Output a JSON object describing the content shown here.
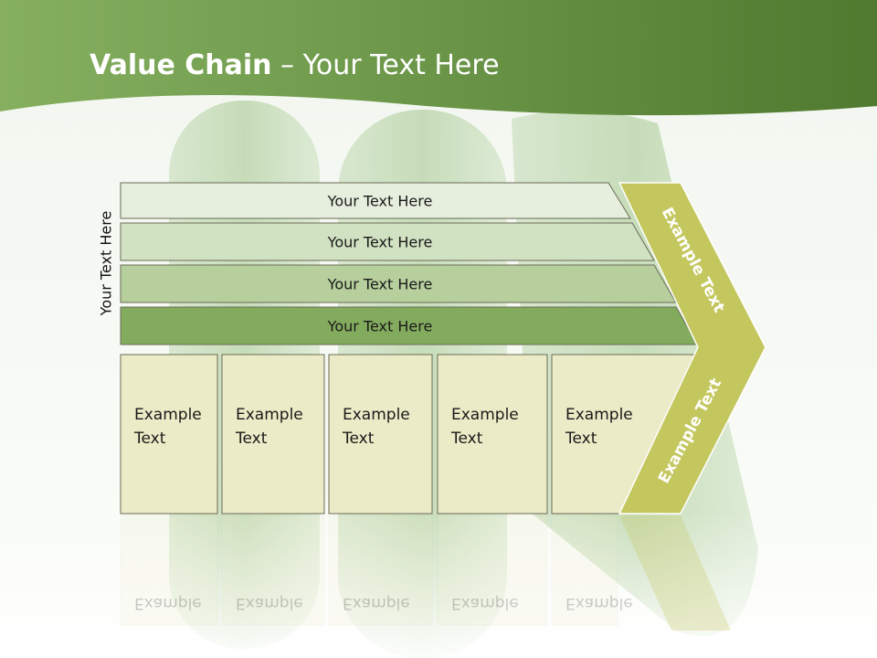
{
  "title": {
    "bold": "Value Chain",
    "rest": " – Your Text Here"
  },
  "side_label": "Your Text Here",
  "rows": [
    {
      "label": "Your Text Here",
      "fill": "#e6eedd"
    },
    {
      "label": "Your Text Here",
      "fill": "#d1e2c2"
    },
    {
      "label": "Your Text Here",
      "fill": "#b6cf9d"
    },
    {
      "label": "Your Text Here",
      "fill": "#83ab5e"
    }
  ],
  "columns": [
    {
      "line1": "Example",
      "line2": "Text"
    },
    {
      "line1": "Example",
      "line2": "Text"
    },
    {
      "line1": "Example",
      "line2": "Text"
    },
    {
      "line1": "Example",
      "line2": "Text"
    },
    {
      "line1": "Example",
      "line2": "Text"
    }
  ],
  "arrow": {
    "upper_label": "Example Text",
    "lower_label": "Example Text"
  },
  "colors": {
    "header_green": "#6d9a45",
    "arrow_fill": "#c4c75e",
    "column_fill": "#ecebc7",
    "border": "#6b6b55"
  }
}
